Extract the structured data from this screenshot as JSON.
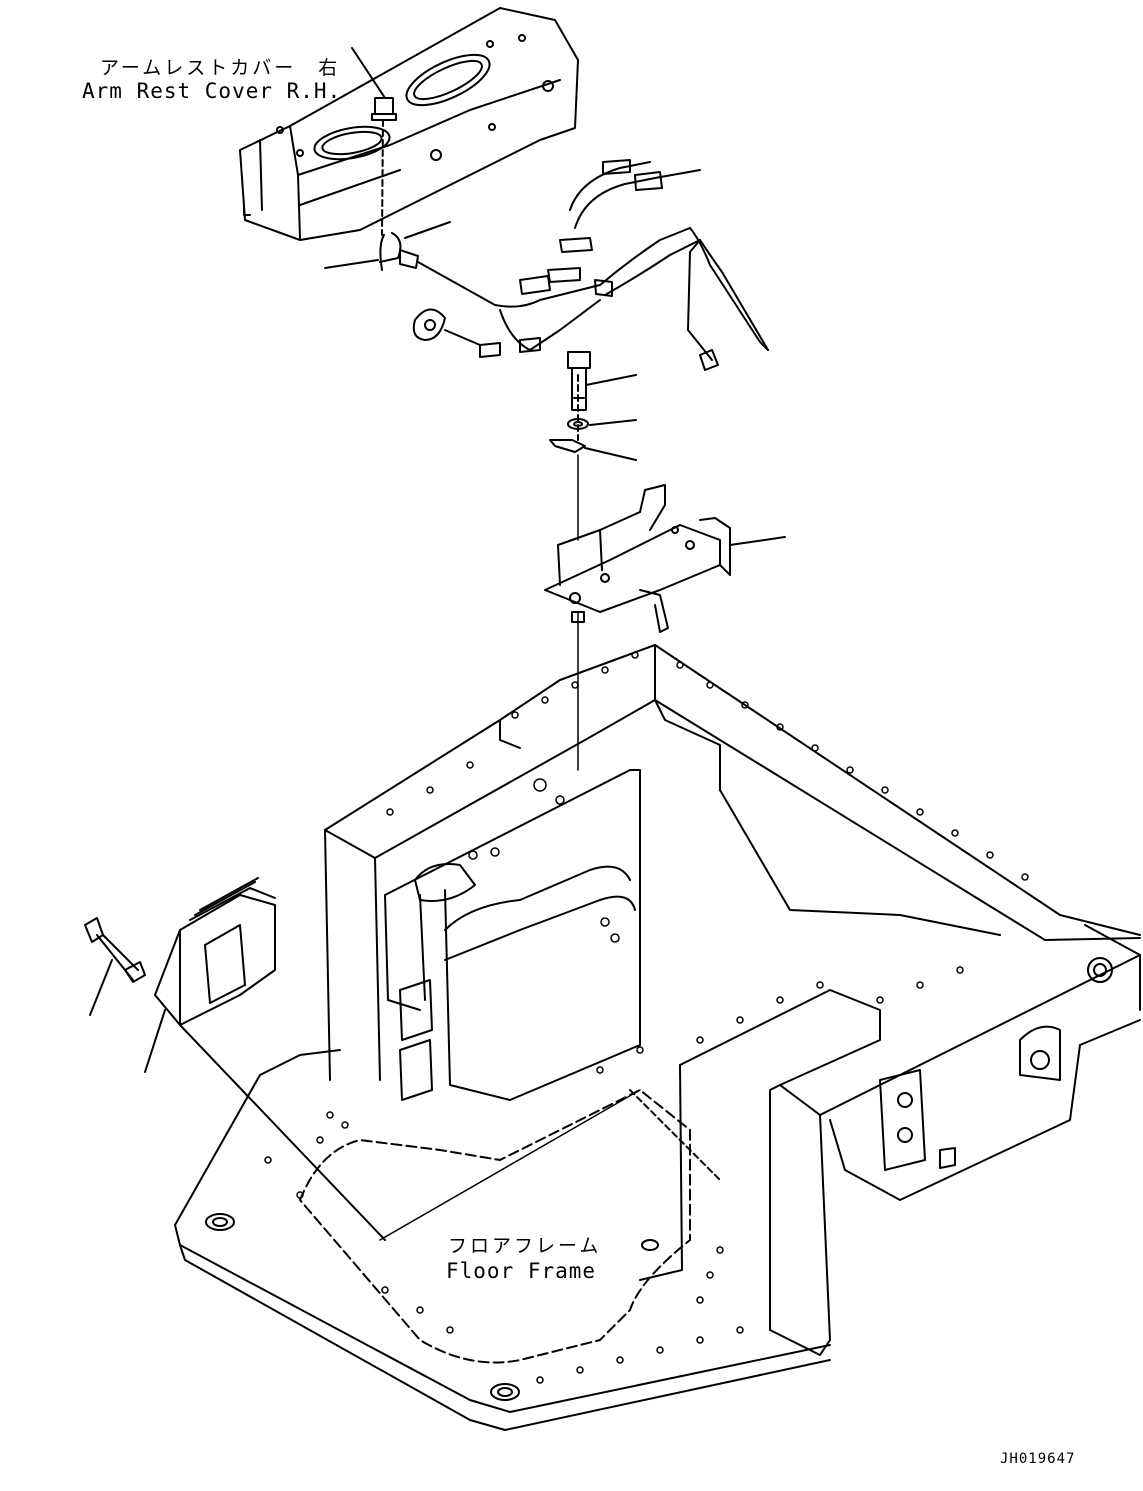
{
  "labels": {
    "armrest_cover_jp": "アームレストカバー　右",
    "armrest_cover_en": "Arm Rest Cover R.H.",
    "floor_frame_jp": "フロアフレーム",
    "floor_frame_en": "Floor Frame",
    "drawing_code": "JH019647"
  }
}
